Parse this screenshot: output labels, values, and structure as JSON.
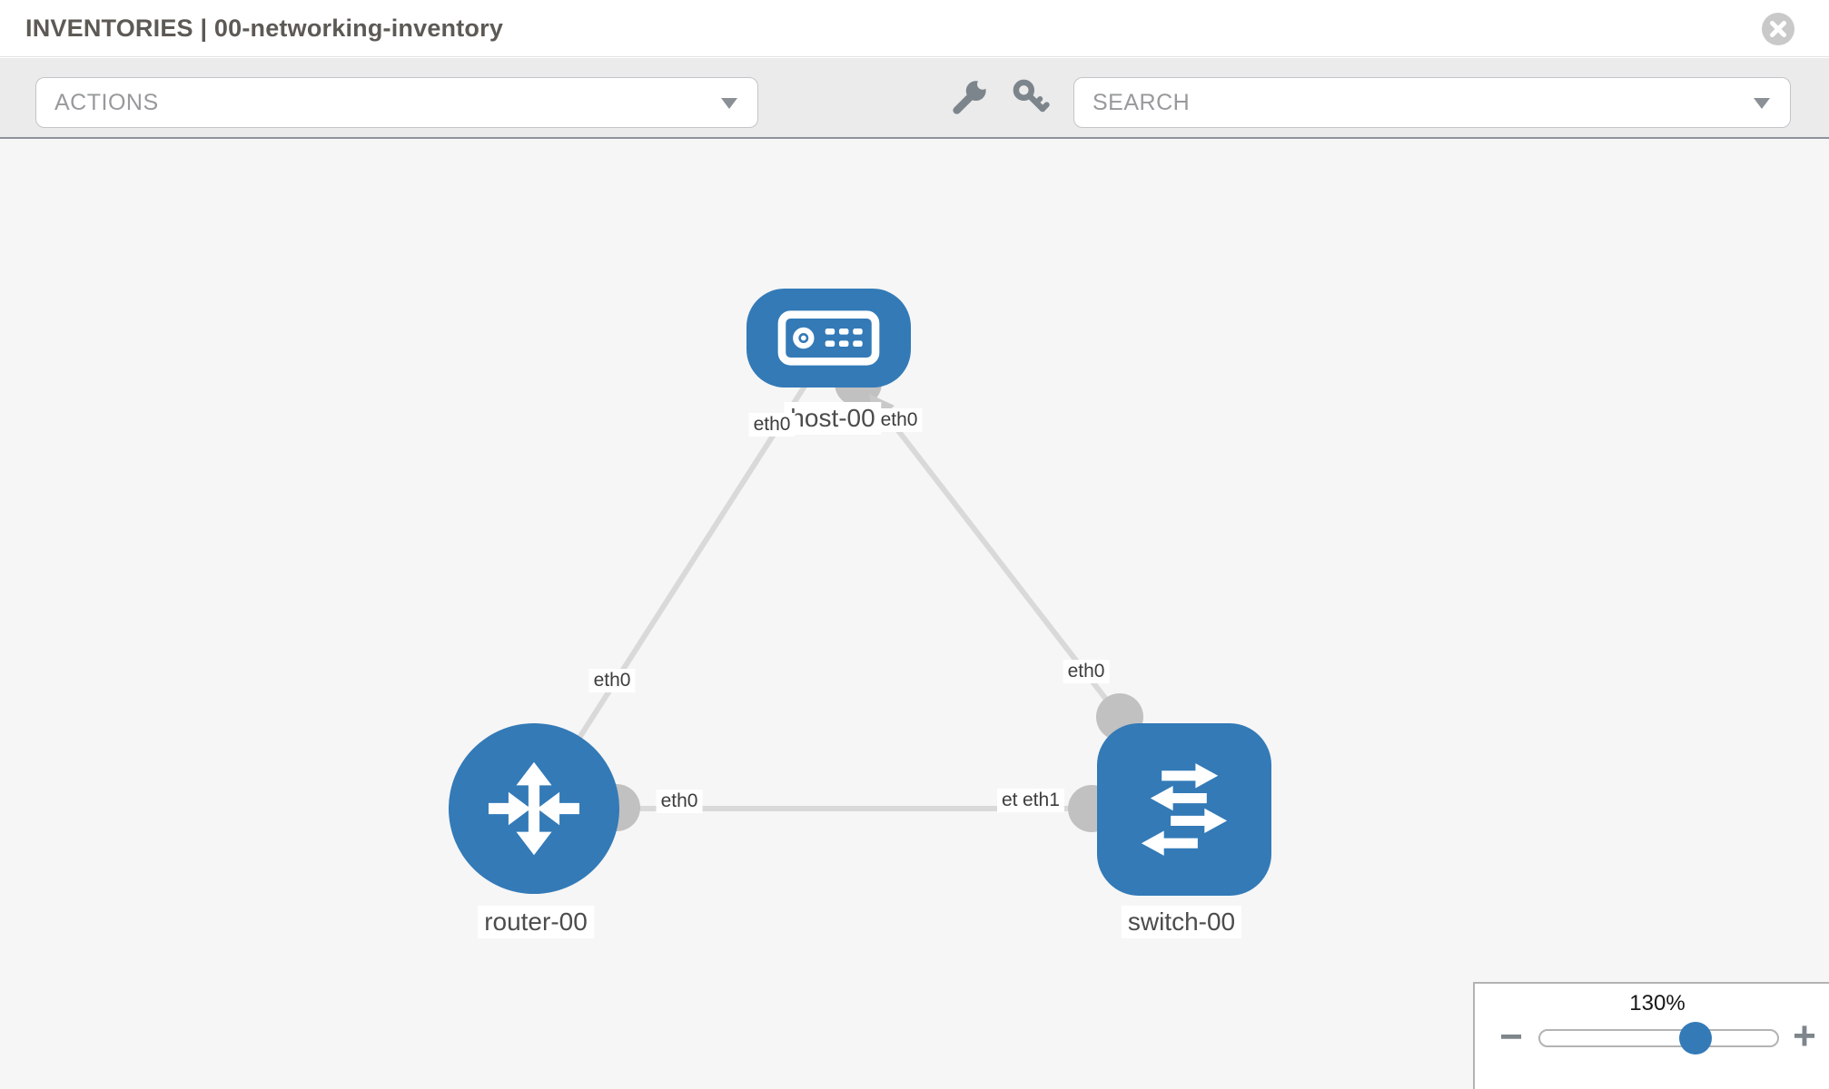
{
  "header": {
    "title": "INVENTORIES | 00-networking-inventory"
  },
  "toolbar": {
    "actions_label": "ACTIONS",
    "search_label": "SEARCH"
  },
  "icons": {
    "close": "circle-x",
    "tools": [
      "wrench",
      "key"
    ],
    "dropdown_caret": "chevron-down"
  },
  "topology": {
    "nodes": [
      {
        "id": "host-00",
        "type": "host",
        "label": "host-00"
      },
      {
        "id": "router-00",
        "type": "router",
        "label": "router-00"
      },
      {
        "id": "switch-00",
        "type": "switch",
        "label": "switch-00"
      }
    ],
    "links": [
      {
        "from": "router-00",
        "to": "host-00",
        "from_interface": "eth0",
        "to_interface": "eth0"
      },
      {
        "from": "switch-00",
        "to": "host-00",
        "from_interface": "eth0",
        "to_interface": "eth0"
      },
      {
        "from": "router-00",
        "to": "switch-00",
        "from_interface": "eth0",
        "to_interface": "eth1"
      }
    ],
    "interface_labels": {
      "host_left": "eth0",
      "host_right": "eth0",
      "router_top": "eth0",
      "router_right": "eth0",
      "switch_top": "eth0",
      "switch_left_under": "eth0",
      "switch_left_over": "eth1"
    }
  },
  "zoom": {
    "level": "130%",
    "out_label": "−",
    "in_label": "+"
  },
  "colors": {
    "node_blue": "#337ab7",
    "link_gray": "#d9d9d9",
    "interface_gray": "#c1c1c1",
    "toolbar_bg": "#ebebeb",
    "canvas_bg": "#f6f6f6"
  }
}
